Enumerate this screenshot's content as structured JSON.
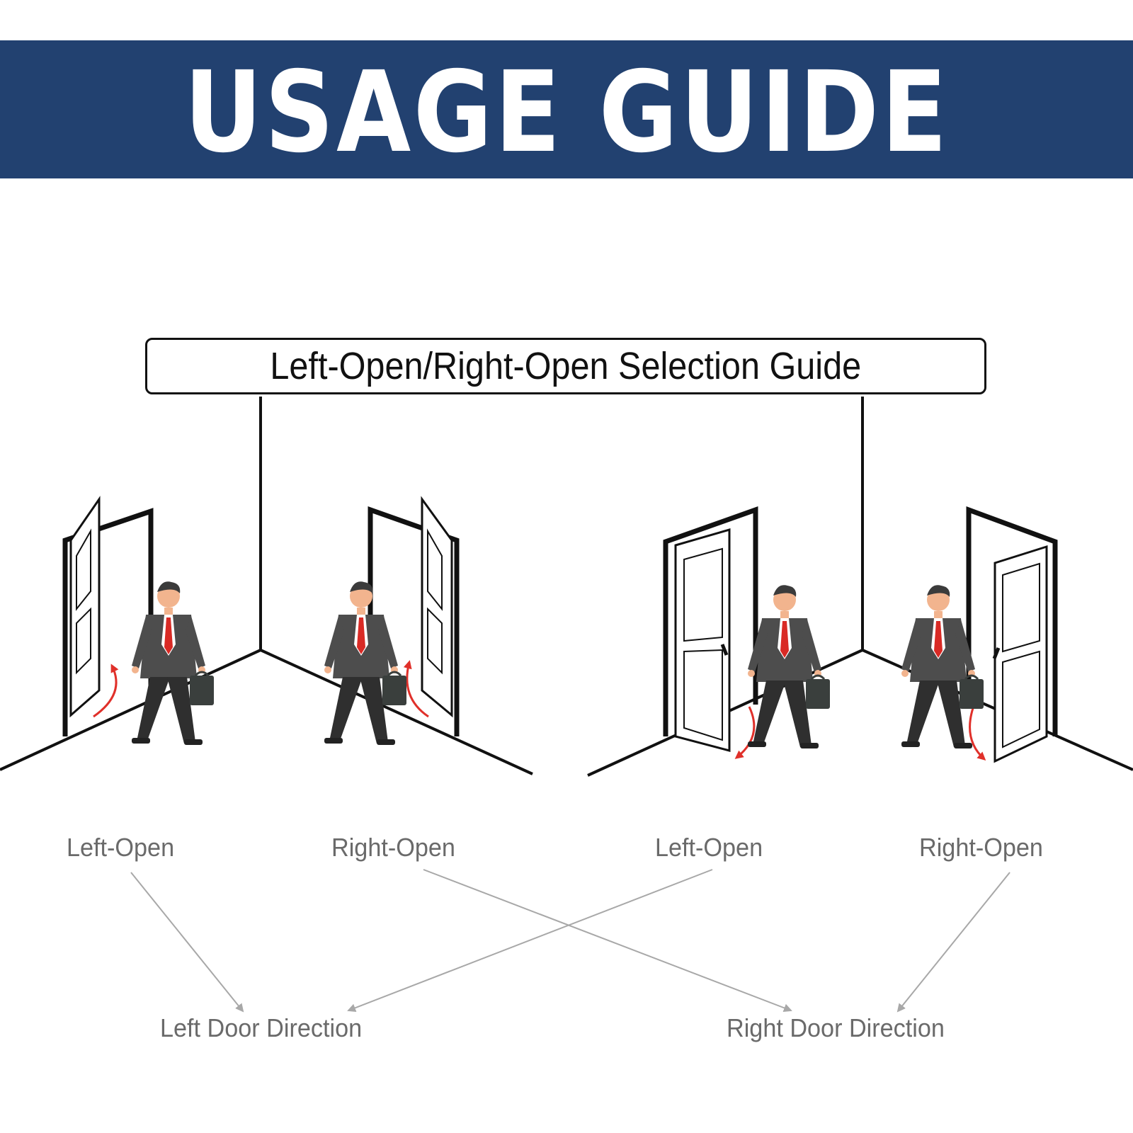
{
  "banner": {
    "title": "USAGE GUIDE"
  },
  "guide": {
    "title": "Left-Open/Right-Open Selection Guide"
  },
  "labels": {
    "panel1_left": "Left-Open",
    "panel1_right": "Right-Open",
    "panel2_left": "Left-Open",
    "panel2_right": "Right-Open",
    "left_direction": "Left Door Direction",
    "right_direction": "Right Door Direction"
  },
  "colors": {
    "banner": "#224170",
    "arrow_red": "#e0302a",
    "connector_gray": "#a8a8a8",
    "label_gray": "#6a6a6a"
  }
}
